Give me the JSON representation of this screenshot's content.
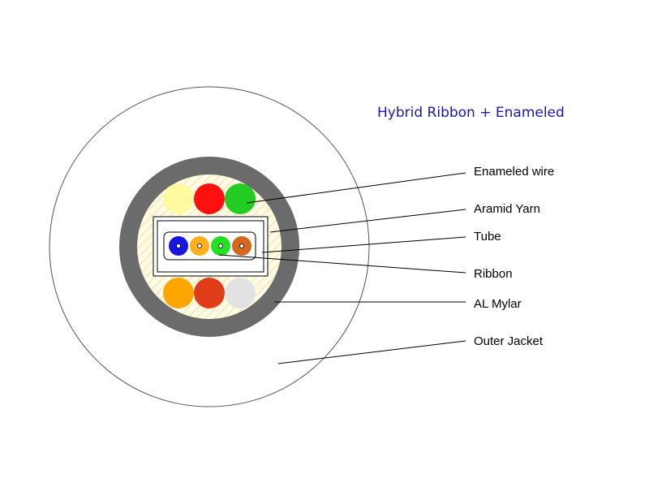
{
  "title": "Hybrid Ribbon + Enameled",
  "labels": {
    "enameled_wire": "Enameled wire",
    "aramid_yarn": "Aramid Yarn",
    "tube": "Tube",
    "ribbon": "Ribbon",
    "al_mylar": "AL Mylar",
    "outer_jacket": "Outer Jacket"
  },
  "colors": {
    "title": "#1a1aa6",
    "mylar": "#6b6b6b",
    "yarn": "#fffbe8",
    "yarn_hatch": "#f2e58a",
    "wires_top": [
      "#fffaa0",
      "#ff1010",
      "#22cc22"
    ],
    "wires_bottom": [
      "#ffa500",
      "#e03c1a",
      "#e2e2e2"
    ],
    "ribbon_fibers": [
      "#1616dd",
      "#ffae1c",
      "#22e022",
      "#d2691e"
    ]
  }
}
